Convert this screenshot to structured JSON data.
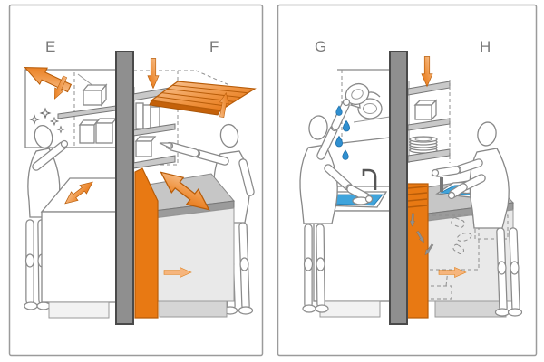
{
  "panels": {
    "left": {
      "label_left": "E",
      "label_right": "F"
    },
    "right": {
      "label_left": "G",
      "label_right": "H"
    }
  },
  "colors": {
    "accent_orange": "#e87913",
    "orange_dark": "#b85c08",
    "divider_gray": "#8f8f8f",
    "counter_gray": "#c6c6c6",
    "water_blue": "#3fa4dc",
    "outline": "#888888",
    "label": "#7a7a7a",
    "background": "#ffffff"
  },
  "icons": [
    "arrow-up-left-icon",
    "arrow-bend-down-icon",
    "double-arrow-icon",
    "arrow-down-icon",
    "arrow-curl-up-icon",
    "arrow-right-icon",
    "falling-item-arrow-icon",
    "star-icon",
    "water-drop-icon",
    "faucet-icon",
    "plate-icon",
    "kettle-icon"
  ]
}
